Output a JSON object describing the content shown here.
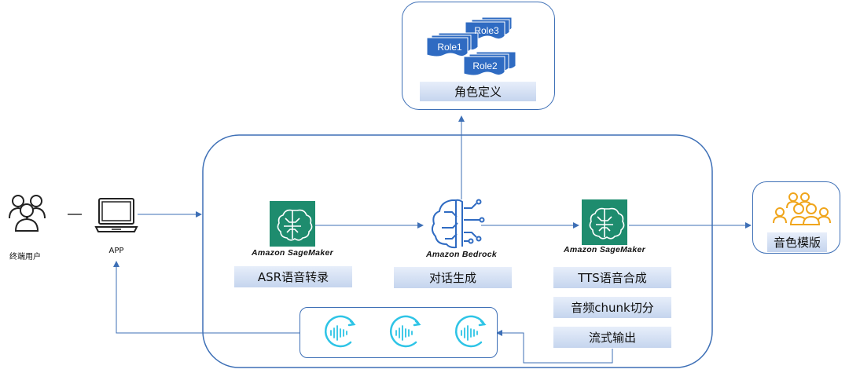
{
  "role_panel": {
    "roles": [
      "Role3",
      "Role1",
      "Role2"
    ],
    "title": "角色定义"
  },
  "user": {
    "label": "终端用户"
  },
  "app": {
    "label": "APP"
  },
  "services": {
    "asr": {
      "caption": "Amazon SageMaker",
      "label": "ASR语音转录"
    },
    "bedrock": {
      "caption": "Amazon Bedrock",
      "label": "对话生成"
    },
    "tts": {
      "caption": "Amazon SageMaker",
      "label": "TTS语音合成",
      "chunk_label": "音频chunk切分",
      "stream_label": "流式输出"
    }
  },
  "output": {
    "label": "音色模版"
  },
  "colors": {
    "border": "#3d6fb6",
    "sagemaker": "#1e8c6e",
    "role": "#2f6bc2",
    "audio": "#2ec4e6",
    "people": "#f0a51c"
  }
}
